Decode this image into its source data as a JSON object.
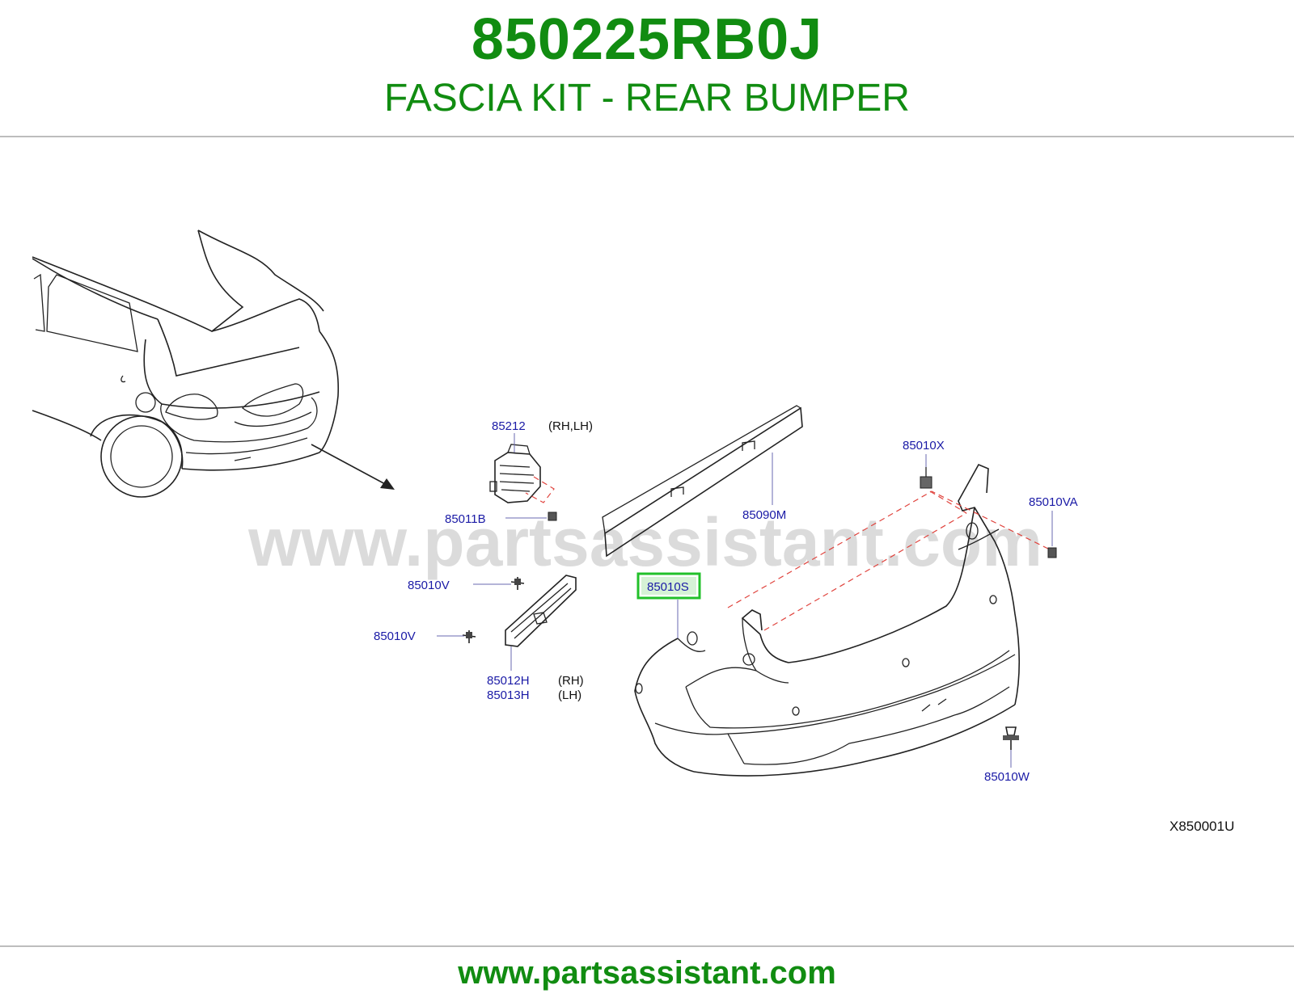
{
  "header": {
    "part_number": "850225RB0J",
    "part_name": "FASCIA KIT - REAR BUMPER"
  },
  "diagram": {
    "watermark": "www.partsassistant.com",
    "diagram_code": "X850001U",
    "highlight_color": "#22c02a",
    "callouts": {
      "c85212": "85212",
      "c85212_note": "(RH,LH)",
      "c85011B": "85011B",
      "c85010V_a": "85010V",
      "c85010V_b": "85010V",
      "c85012H": "85012H",
      "c85012H_note": "(RH)",
      "c85013H": "85013H",
      "c85013H_note": "(LH)",
      "c85090M": "85090M",
      "c85010X": "85010X",
      "c85010VA": "85010VA",
      "c85010S": "85010S",
      "c85010W": "85010W"
    }
  },
  "footer": {
    "url": "www.partsassistant.com"
  }
}
